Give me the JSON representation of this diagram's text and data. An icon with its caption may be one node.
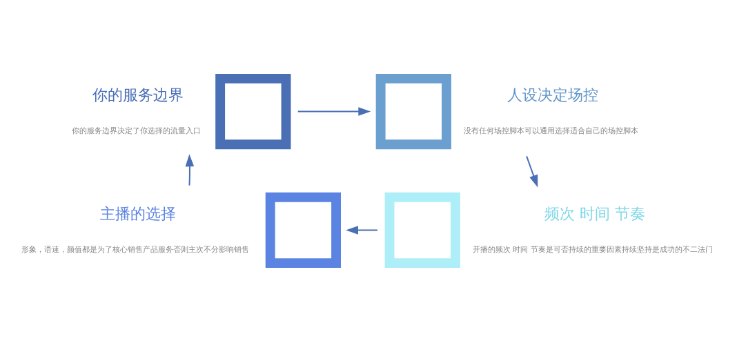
{
  "diagram": {
    "nodes": [
      {
        "text": [
          "你的服务边界",
          "你的服务边界决定了你选择的流量入口"
        ]
      },
      {
        "text": [
          "人设决定场控",
          "没有任何场控脚本可以通用选择适合自己的场控脚本"
        ]
      },
      {
        "text": [
          "主播的选择",
          "形象，语速，颜值都是为了核心销售产品服务否则主次不分影响销售"
        ]
      },
      {
        "text": [
          "频次 时间 节奏",
          "开播的频次 时间 节奏是可否持续的重要因素持续坚持是成功的不二法门"
        ]
      }
    ],
    "edges": [
      {
        "from": 0,
        "to": 1,
        "arrow": "to"
      },
      {
        "from": 1,
        "to": 3,
        "arrow": "to"
      },
      {
        "from": 3,
        "to": 2,
        "arrow": "to"
      },
      {
        "from": 2,
        "to": 0,
        "arrow": "to"
      }
    ]
  }
}
